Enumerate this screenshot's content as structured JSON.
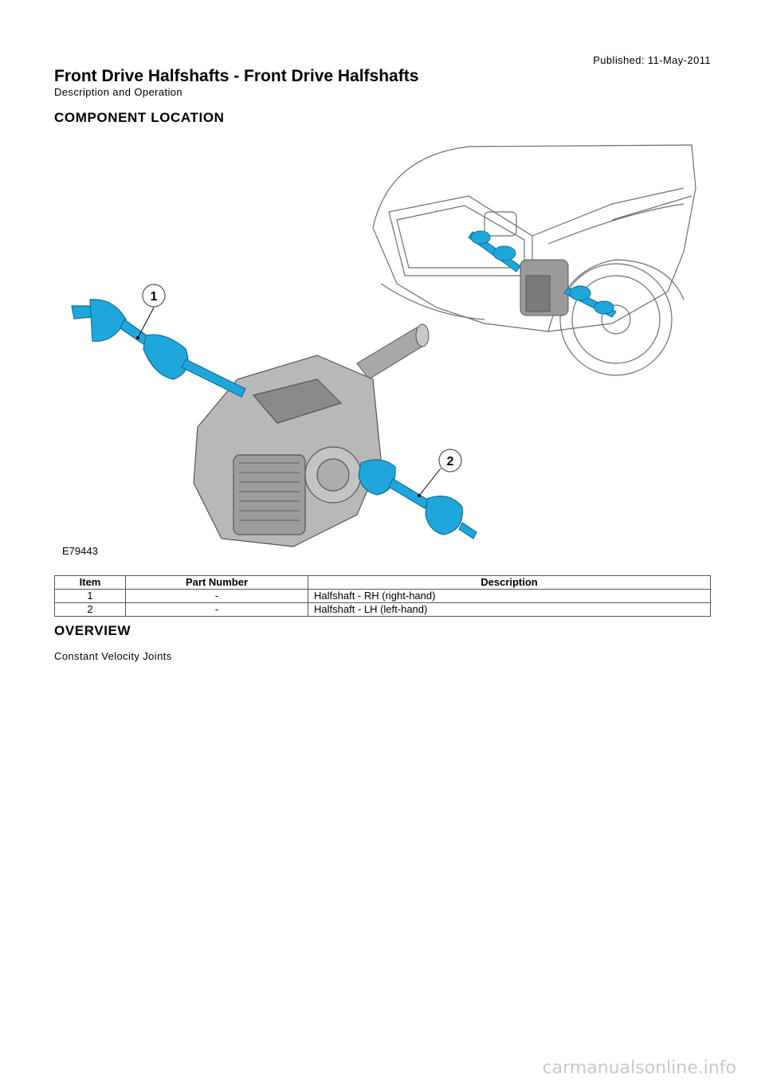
{
  "header": {
    "published": "Published: 11-May-2011",
    "title": "Front Drive Halfshafts - Front Drive Halfshafts",
    "subtitle": "Description and Operation"
  },
  "sections": {
    "component_location": "COMPONENT LOCATION",
    "overview": "OVERVIEW"
  },
  "figure": {
    "callout_1": "1",
    "callout_2": "2",
    "figure_id": "E79443"
  },
  "parts_table": {
    "headers": [
      "Item",
      "Part Number",
      "Description"
    ],
    "rows": [
      [
        "1",
        "-",
        "Halfshaft - RH (right-hand)"
      ],
      [
        "2",
        "-",
        "Halfshaft - LH (left-hand)"
      ]
    ]
  },
  "overview": {
    "text": "Constant Velocity Joints"
  },
  "watermark": "carmanualsonline.info",
  "colors": {
    "halfshaft": "#1fa7dc",
    "halfshaft_dark": "#0e6f9a",
    "transmission": "#b8b8b8"
  }
}
